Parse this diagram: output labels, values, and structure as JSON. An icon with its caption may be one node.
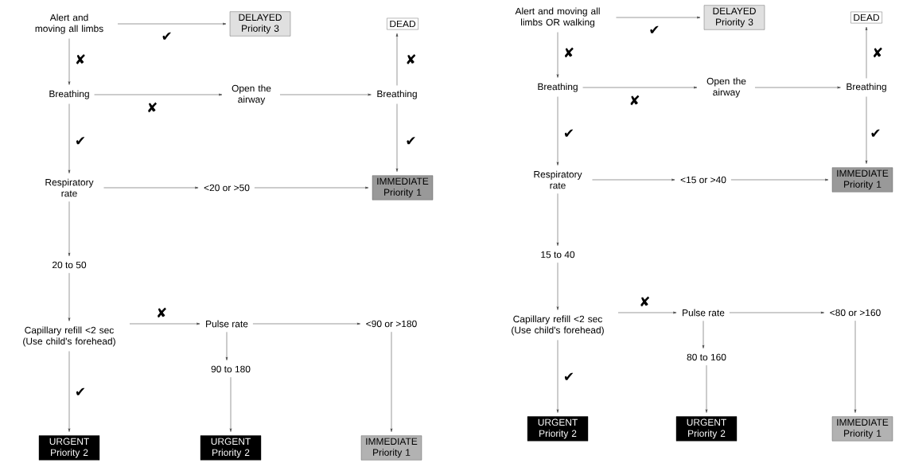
{
  "diagram": {
    "nodes": [
      {
        "text": [
          "Alert and moving all limbs"
        ]
      },
      {
        "text": [
          "DELAYED Priority 3"
        ]
      },
      {
        "text": [
          "DEAD"
        ]
      },
      {
        "text": [
          "Breathing"
        ]
      },
      {
        "text": [
          "Open the airway"
        ]
      },
      {
        "text": [
          "Breathing"
        ]
      },
      {
        "text": [
          "Respiratory rate"
        ]
      },
      {
        "text": [
          "<20 or >50"
        ]
      },
      {
        "text": [
          "IMMEDIATE Priority 1"
        ]
      },
      {
        "text": [
          "20 to 50"
        ]
      },
      {
        "text": [
          "Capillary refill <2 sec (Use child's forehead)"
        ]
      },
      {
        "text": [
          "Pulse rate"
        ]
      },
      {
        "text": [
          "<90 or >180"
        ]
      },
      {
        "text": [
          "90 to 180"
        ]
      },
      {
        "text": [
          "URGENT Priority 2"
        ]
      },
      {
        "text": [
          "URGENT Priority 2"
        ]
      },
      {
        "text": [
          "IMMEDIATE Priority 1"
        ]
      },
      {
        "text": [
          "Alert and moving all limbs OR walking"
        ]
      },
      {
        "text": [
          "DELAYED Priority 3"
        ]
      },
      {
        "text": [
          "DEAD"
        ]
      },
      {
        "text": [
          "Breathing"
        ]
      },
      {
        "text": [
          "Open the airway"
        ]
      },
      {
        "text": [
          "Breathing"
        ]
      },
      {
        "text": [
          "Respiratory rate"
        ]
      },
      {
        "text": [
          "<15 or >40"
        ]
      },
      {
        "text": [
          "IMMEDIATE Priority 1"
        ]
      },
      {
        "text": [
          "15 to 40"
        ]
      },
      {
        "text": [
          "Capillary refill <2 sec (Use child's forehead)"
        ]
      },
      {
        "text": [
          "Pulse rate"
        ]
      },
      {
        "text": [
          "<80 or >160"
        ]
      },
      {
        "text": [
          "80 to 160"
        ]
      },
      {
        "text": [
          "URGENT Priority 2"
        ]
      },
      {
        "text": [
          "URGENT Priority 2"
        ]
      },
      {
        "text": [
          "IMMEDIATE Priority 1"
        ]
      }
    ],
    "edges": [
      {
        "from": 0,
        "to": 1,
        "arrow": "to",
        "label": "✔"
      },
      {
        "from": 0,
        "to": 3,
        "arrow": "to",
        "label": "✘"
      },
      {
        "from": 3,
        "to": 4,
        "arrow": "to",
        "label": "✘"
      },
      {
        "from": 4,
        "to": 5,
        "arrow": "to"
      },
      {
        "from": 5,
        "to": 2,
        "arrow": "to",
        "label": "✘"
      },
      {
        "from": 5,
        "to": 8,
        "arrow": "to",
        "label": "✔"
      },
      {
        "from": 3,
        "to": 6,
        "arrow": "to",
        "label": "✔"
      },
      {
        "from": 6,
        "to": 7,
        "arrow": "to"
      },
      {
        "from": 7,
        "to": 8,
        "arrow": "to"
      },
      {
        "from": 6,
        "to": 9,
        "arrow": "to"
      },
      {
        "from": 9,
        "to": 10,
        "arrow": "to"
      },
      {
        "from": 10,
        "to": 11,
        "arrow": "to",
        "label": "✘"
      },
      {
        "from": 11,
        "to": 12,
        "arrow": "to"
      },
      {
        "from": 11,
        "to": 13,
        "arrow": "to"
      },
      {
        "from": 13,
        "to": 15,
        "arrow": "to"
      },
      {
        "from": 12,
        "to": 16,
        "arrow": "to"
      },
      {
        "from": 10,
        "to": 14,
        "arrow": "to",
        "label": "✔"
      },
      {
        "from": 17,
        "to": 18,
        "arrow": "to",
        "label": "✔"
      },
      {
        "from": 17,
        "to": 20,
        "arrow": "to",
        "label": "✘"
      },
      {
        "from": 20,
        "to": 21,
        "arrow": "to",
        "label": "✘"
      },
      {
        "from": 21,
        "to": 22,
        "arrow": "to"
      },
      {
        "from": 22,
        "to": 19,
        "arrow": "to",
        "label": "✘"
      },
      {
        "from": 22,
        "to": 25,
        "arrow": "to",
        "label": "✔"
      },
      {
        "from": 20,
        "to": 23,
        "arrow": "to",
        "label": "✔"
      },
      {
        "from": 23,
        "to": 24,
        "arrow": "to"
      },
      {
        "from": 24,
        "to": 25,
        "arrow": "to"
      },
      {
        "from": 23,
        "to": 26,
        "arrow": "to"
      },
      {
        "from": 26,
        "to": 27,
        "arrow": "to"
      },
      {
        "from": 27,
        "to": 28,
        "arrow": "to",
        "label": "✘"
      },
      {
        "from": 28,
        "to": 29,
        "arrow": "to"
      },
      {
        "from": 28,
        "to": 30,
        "arrow": "to"
      },
      {
        "from": 30,
        "to": 32,
        "arrow": "to"
      },
      {
        "from": 29,
        "to": 33,
        "arrow": "to"
      },
      {
        "from": 27,
        "to": 31,
        "arrow": "to",
        "label": "✔"
      }
    ]
  }
}
